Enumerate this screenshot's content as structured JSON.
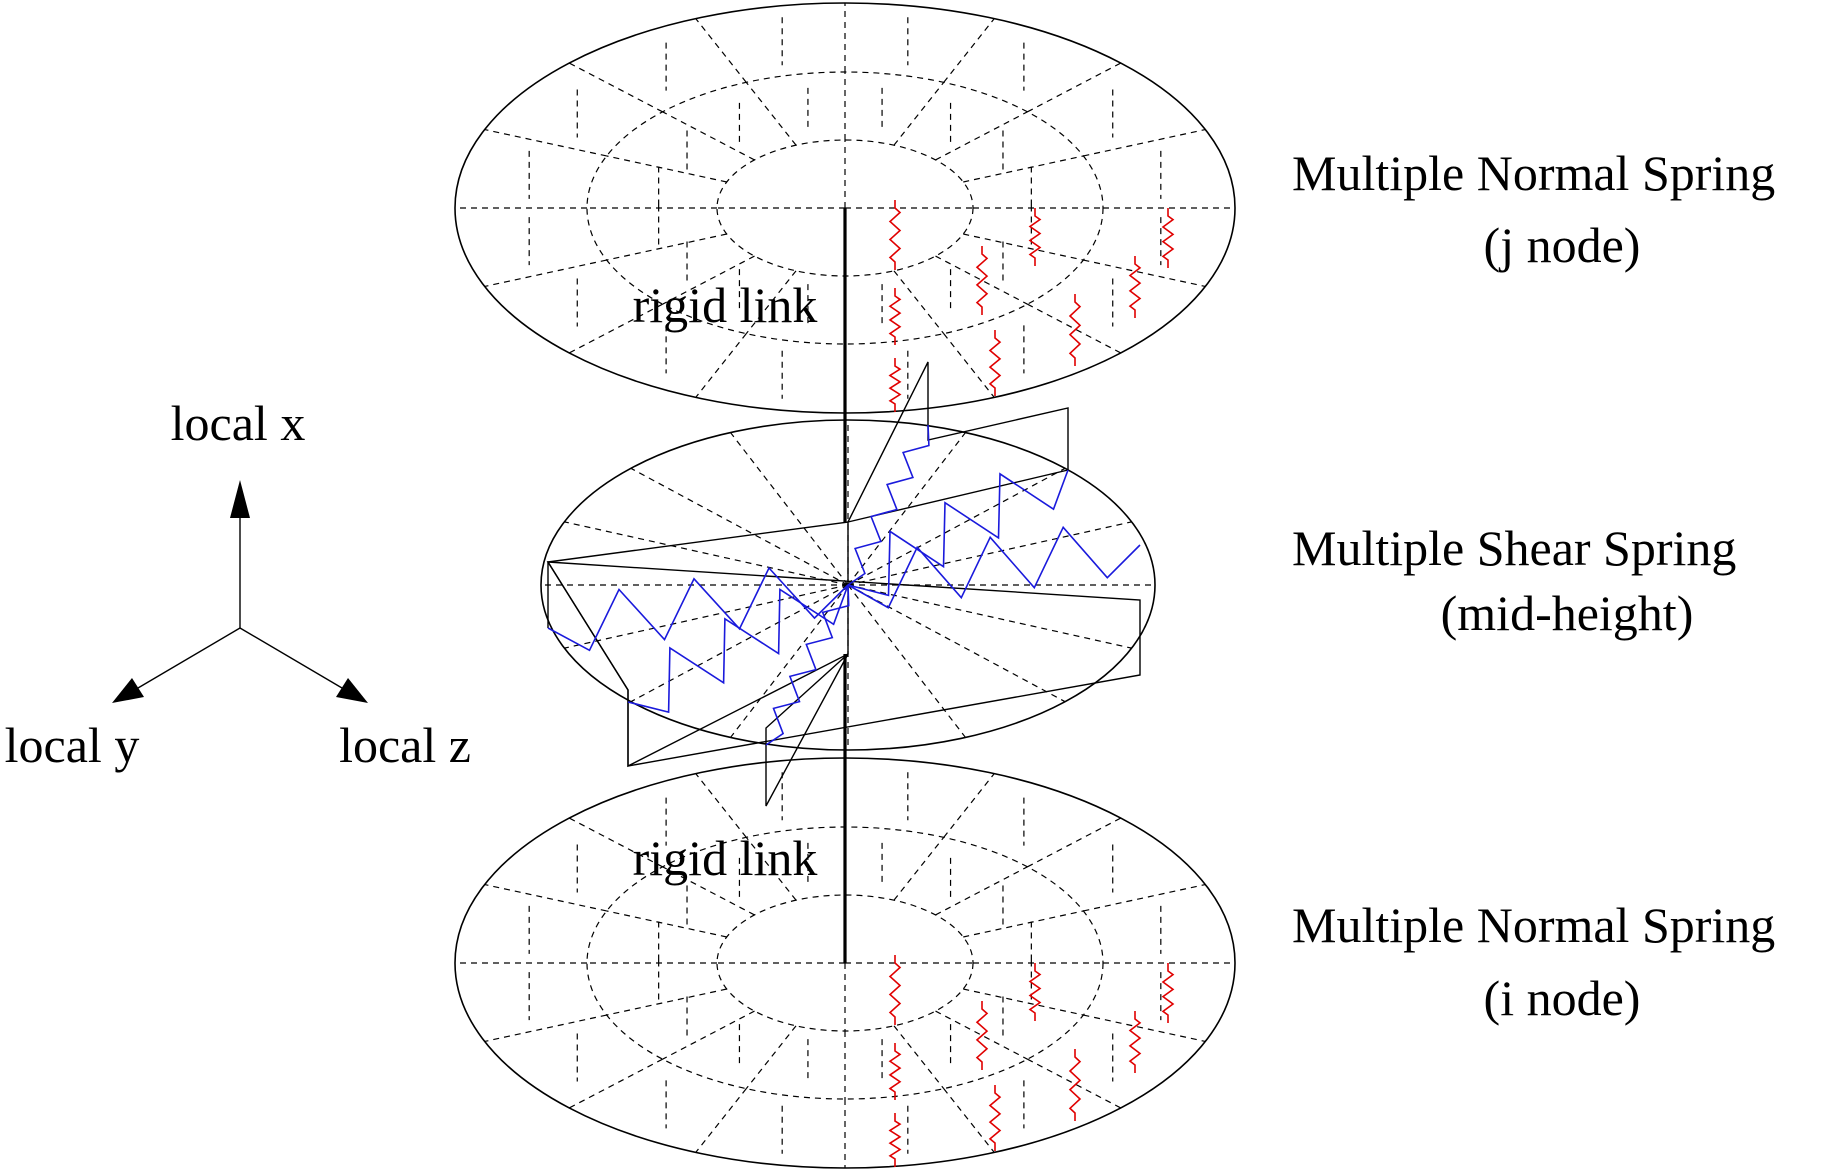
{
  "labels": {
    "top_spring_line1": "Multiple Normal Spring",
    "top_spring_line2": "(j node)",
    "mid_spring_line1": "Multiple Shear Spring",
    "mid_spring_line2": "(mid-height)",
    "bottom_spring_line1": "Multiple Normal Spring",
    "bottom_spring_line2": "(i node)",
    "rigid_link_top": "rigid link",
    "rigid_link_bottom": "rigid link",
    "axis_x": "local x",
    "axis_y": "local y",
    "axis_z": "local z"
  },
  "colors": {
    "line": "#000000",
    "normal_spring": "#e00000",
    "shear_spring": "#1a1adc",
    "background": "#ffffff"
  }
}
